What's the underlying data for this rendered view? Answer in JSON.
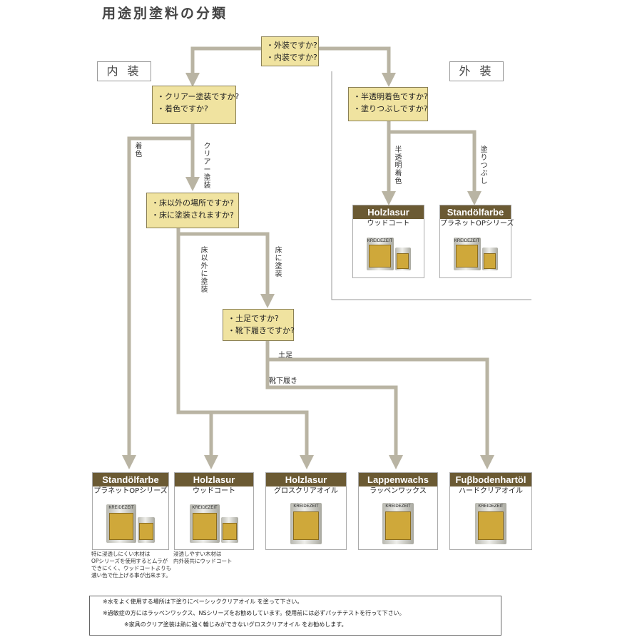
{
  "title": "用途別塗料の分類",
  "sections": {
    "interior": "内 装",
    "exterior": "外 装"
  },
  "questions": {
    "q1": [
      "・外装ですか?",
      "・内装ですか?"
    ],
    "q2": [
      "・クリアー塗装ですか?",
      "・着色ですか?"
    ],
    "q3": [
      "・半透明着色ですか?",
      "・塗りつぶしですか?"
    ],
    "q4": [
      "・床以外の場所ですか?",
      "・床に塗装されますか?"
    ],
    "q5": [
      "・土足ですか?",
      "・靴下履きですか?"
    ]
  },
  "branch_labels": {
    "coloring": "着色",
    "clear": "クリアー塗装",
    "semi_transparent": "半透明着色",
    "opaque": "塗りつぶし",
    "non_floor": "床以外に塗装",
    "floor": "床に塗装",
    "shoes": "土足",
    "socks": "靴下履き"
  },
  "products": {
    "ext_holzlasur": {
      "name": "Holzlasur",
      "sub": "ウッドコート",
      "brand": "KREIDEZEIT"
    },
    "ext_standolfarbe": {
      "name": "Standölfarbe",
      "sub": "プラネットOPシリーズ",
      "brand": "KREIDEZEIT"
    },
    "int_standolfarbe": {
      "name": "Standölfarbe",
      "sub": "プラネットOPシリーズ",
      "brand": "KREIDEZEIT"
    },
    "int_holzlasur": {
      "name": "Holzlasur",
      "sub": "ウッドコート",
      "brand": "KREIDEZEIT"
    },
    "gloss_holzlasur": {
      "name": "Holzlasur",
      "sub": "グロスクリアオイル",
      "brand": "KREIDEZEIT"
    },
    "lappenwachs": {
      "name": "Lappenwachs",
      "sub": "ラッペンワックス",
      "brand": "KREIDEZEIT"
    },
    "fussboden": {
      "name": "Fuβbodenhartöl",
      "sub": "ハードクリアオイル",
      "brand": "KREIDEZEIT"
    }
  },
  "small_notes": {
    "standol": [
      "特に浸透しにくい木材は",
      "OPシリーズを使用するとムラが",
      "できにくく、ウッドコートよりも",
      "濃い色で仕上げる事が出来ます。"
    ],
    "holzlasur": [
      "浸透しやすい木材は",
      "内外装共にウッドコート"
    ]
  },
  "notes": [
    "※水をよく使用する場所は下塗りにベーシッククリアオイル を塗って下さい。",
    "※過敏症の方にはラッペンワックス、NSシリーズをお勧めしています。使用前には必ずパッチテストを行って下さい。",
    "※家具のクリア塗装は熱に強く輪じみができないグロスクリアオイル をお勧めします。"
  ],
  "colors": {
    "connector": "#b9b4a3",
    "question_fill": "#f0e3a0",
    "product_header": "#6b5a33"
  }
}
